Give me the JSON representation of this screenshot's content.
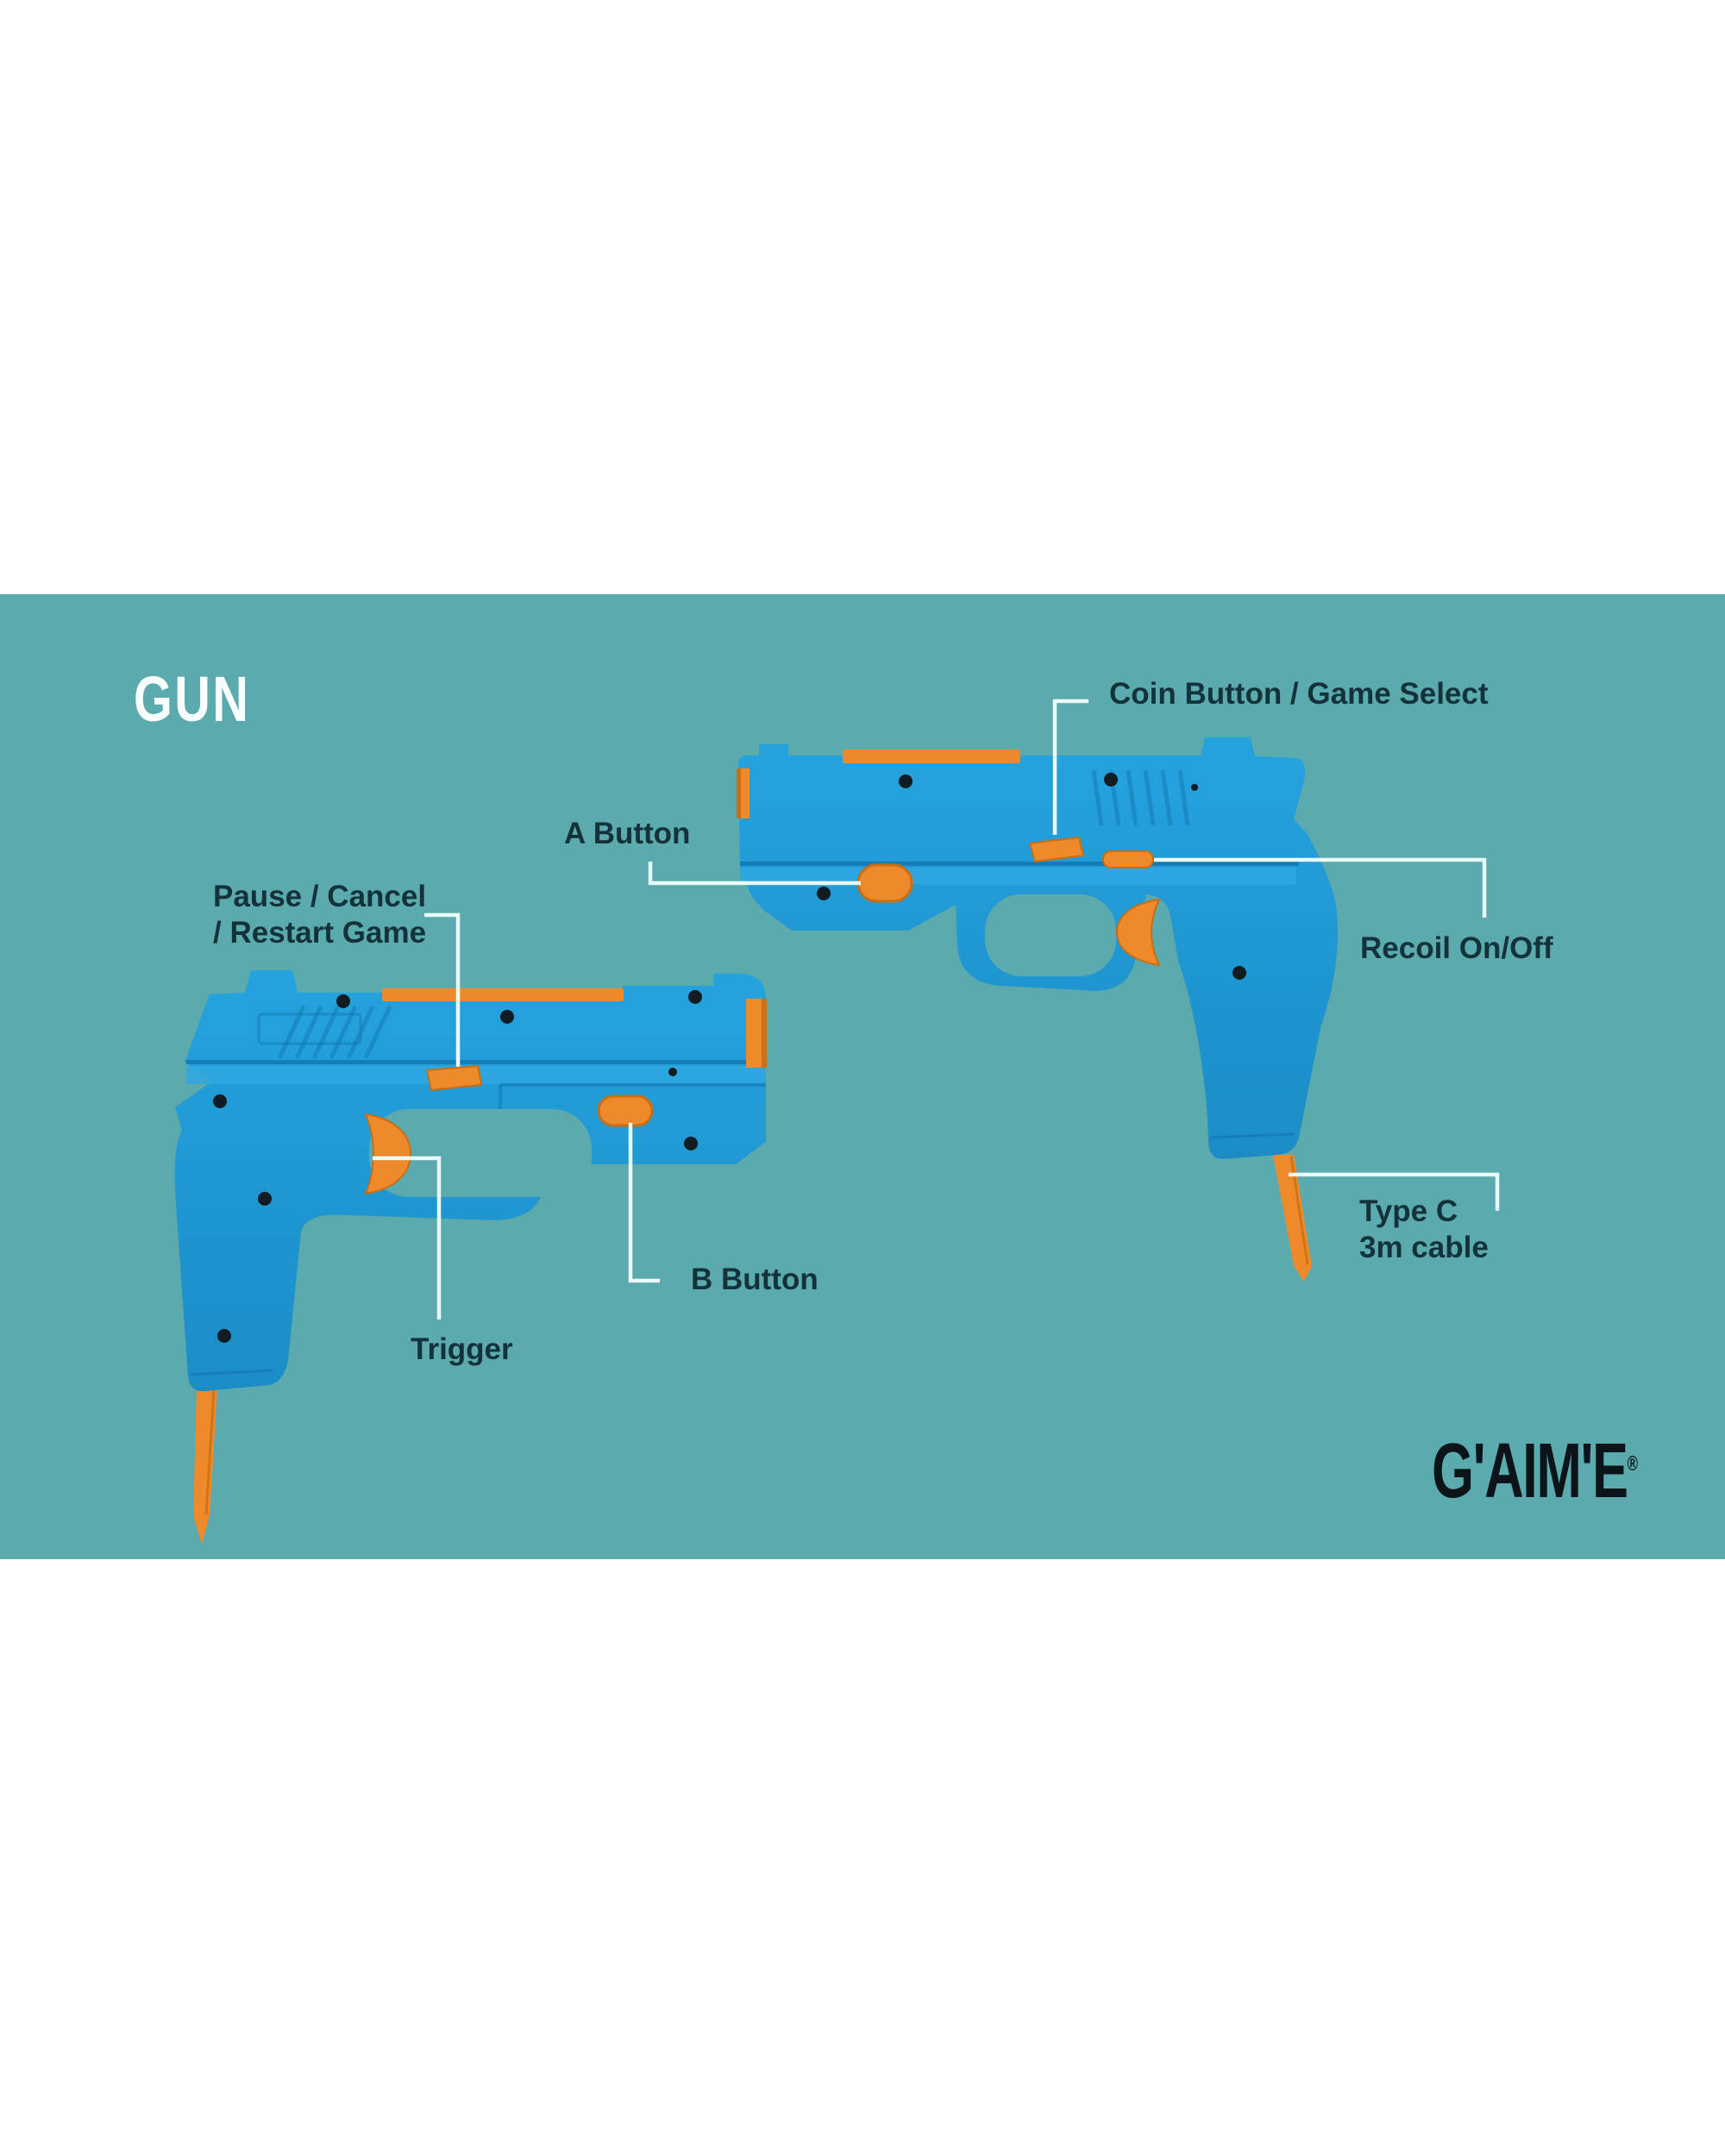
{
  "page": {
    "title": "GUN"
  },
  "labels": {
    "coin": "Coin Button / Game Select",
    "a_button": "A Button",
    "recoil": "Recoil On/Off",
    "pause_line1": "Pause / Cancel",
    "pause_line2": "/ Restart Game",
    "b_button": "B Button",
    "trigger": "Trigger",
    "typec_line1": "Type C",
    "typec_line2": "3m cable"
  },
  "brand": {
    "logo": "G'AIM'E",
    "registered": "®"
  },
  "colors": {
    "teal_background": "#5AAAAE",
    "white_band": "#FFFFFF",
    "gun_blue": "#1F9CD9",
    "gun_blue_dark": "#1474AD",
    "gun_blue_light": "#2FA8E0",
    "accent_orange": "#EE8A2B",
    "accent_orange_dark": "#C96E12",
    "label_text": "#14323A",
    "callout_line": "#E9FAFA",
    "logo_black": "#0B1418",
    "screw_dot": "#101C22"
  }
}
